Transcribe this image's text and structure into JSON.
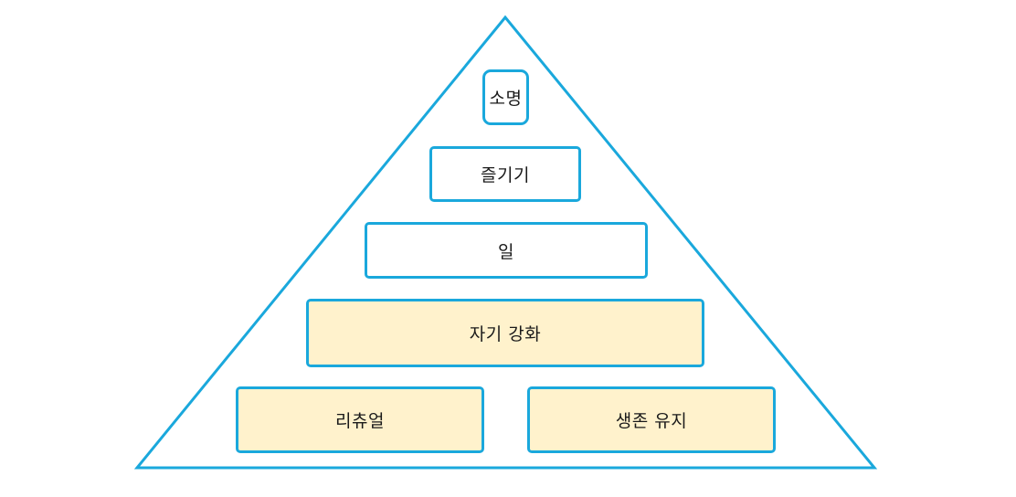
{
  "diagram": {
    "colors": {
      "outline": "#1aa8dc",
      "upper_fill": "#ffffff",
      "lower_fill": "#fff2cc"
    },
    "levels": {
      "mission": "소명",
      "enjoy": "즐기기",
      "work": "일",
      "self_improvement": "자기 강화",
      "ritual": "리츄얼",
      "survival": "생존 유지"
    }
  }
}
